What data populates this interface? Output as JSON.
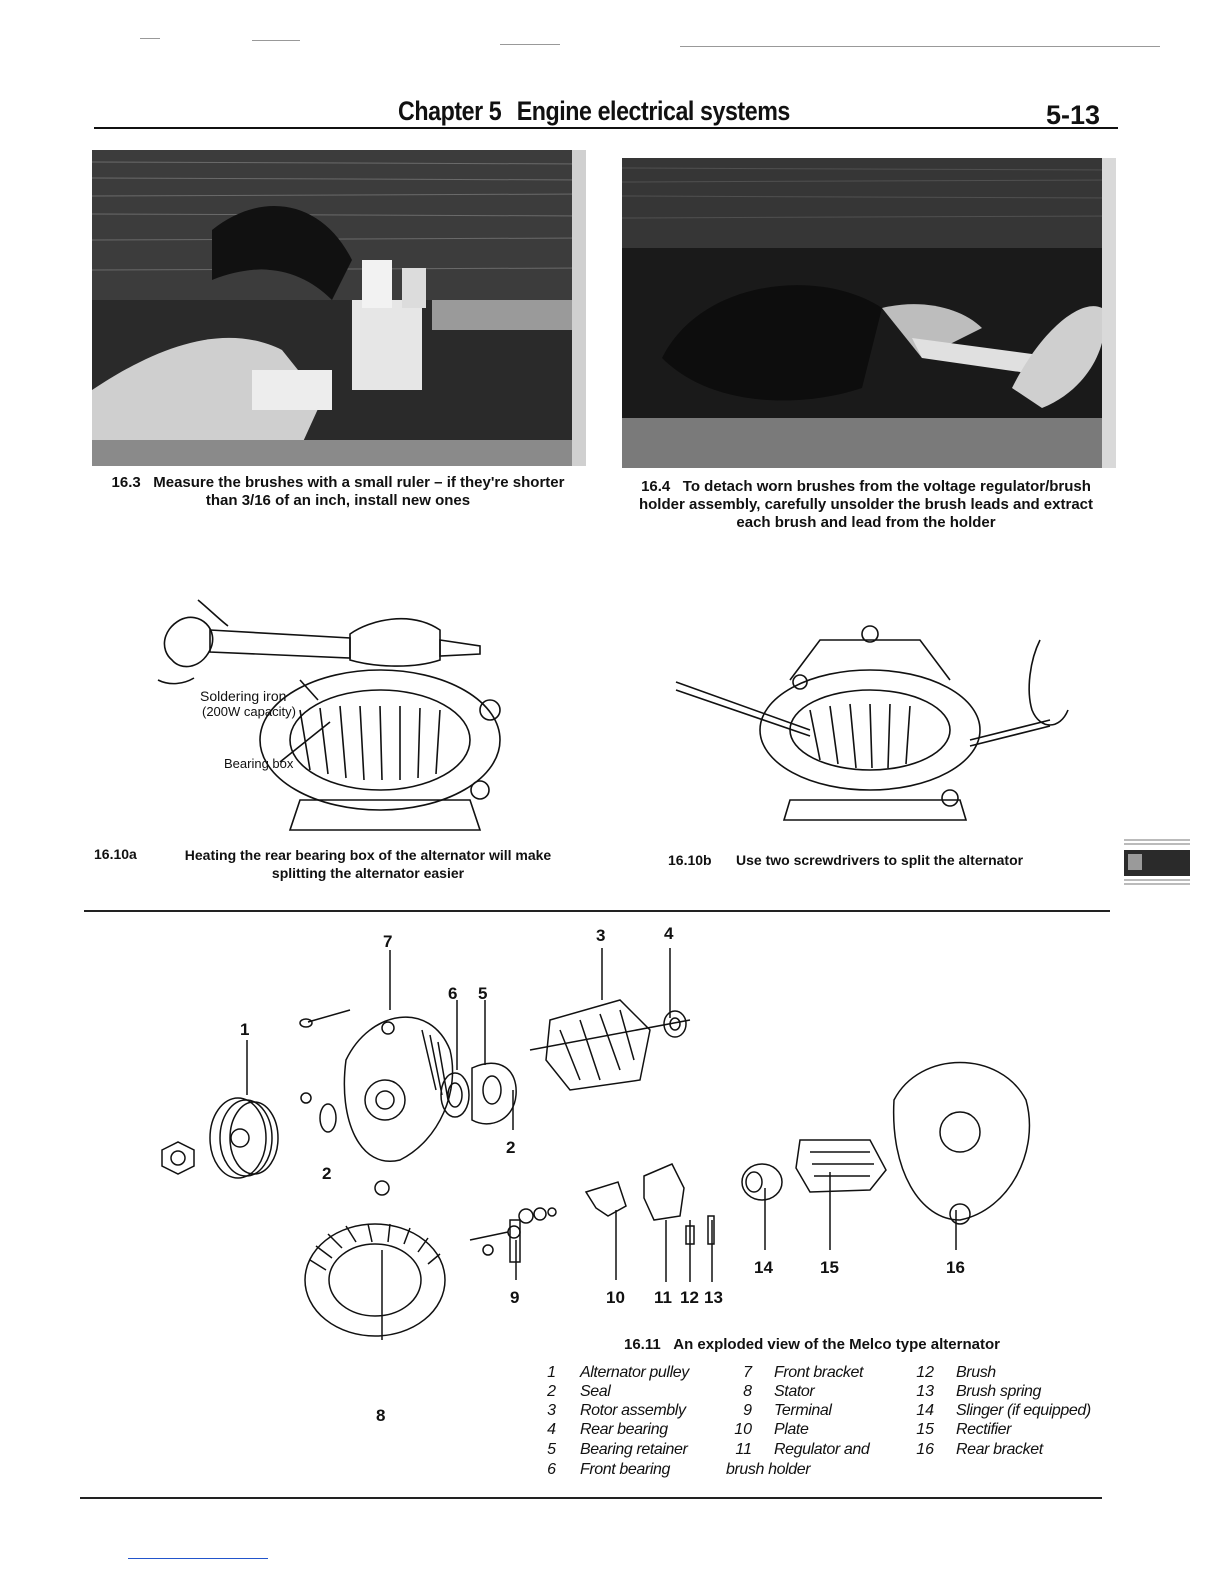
{
  "header": {
    "chapter_label": "Chapter 5",
    "chapter_title": "Engine electrical systems",
    "page_number": "5-13"
  },
  "figures": {
    "fig_16_3": {
      "number": "16.3",
      "caption": "Measure the brushes with a small ruler – if they're shorter than 3/16 of an inch, install new ones"
    },
    "fig_16_4": {
      "number": "16.4",
      "caption": "To detach worn brushes from the voltage regulator/brush holder assembly, carefully unsolder the brush leads and extract each brush and lead from the holder"
    },
    "fig_16_10a": {
      "number": "16.10a",
      "caption": "Heating the rear bearing box of the alternator will make splitting the alternator easier",
      "label_iron": "Soldering iron",
      "label_capacity": "(200W capacity)",
      "label_bearing_box": "Bearing box"
    },
    "fig_16_10b": {
      "number": "16.10b",
      "caption": "Use two screwdrivers to split the alternator"
    },
    "fig_16_11": {
      "number": "16.11",
      "caption": "An exploded view of the Melco type alternator",
      "callouts": [
        "1",
        "2",
        "2",
        "3",
        "4",
        "5",
        "6",
        "7",
        "8",
        "9",
        "10",
        "11",
        "12",
        "13",
        "14",
        "15",
        "16"
      ],
      "legend": [
        {
          "num": "1",
          "label": "Alternator pulley"
        },
        {
          "num": "2",
          "label": "Seal"
        },
        {
          "num": "3",
          "label": "Rotor assembly"
        },
        {
          "num": "4",
          "label": "Rear bearing"
        },
        {
          "num": "5",
          "label": "Bearing retainer"
        },
        {
          "num": "6",
          "label": "Front bearing"
        },
        {
          "num": "7",
          "label": "Front bracket"
        },
        {
          "num": "8",
          "label": "Stator"
        },
        {
          "num": "9",
          "label": "Terminal"
        },
        {
          "num": "10",
          "label": "Plate"
        },
        {
          "num": "11",
          "label": "Regulator and"
        },
        {
          "num": "",
          "label": "brush holder"
        },
        {
          "num": "12",
          "label": "Brush"
        },
        {
          "num": "13",
          "label": "Brush spring"
        },
        {
          "num": "14",
          "label": "Slinger (if equipped)"
        },
        {
          "num": "15",
          "label": "Rectifier"
        },
        {
          "num": "16",
          "label": "Rear bracket"
        }
      ]
    }
  }
}
